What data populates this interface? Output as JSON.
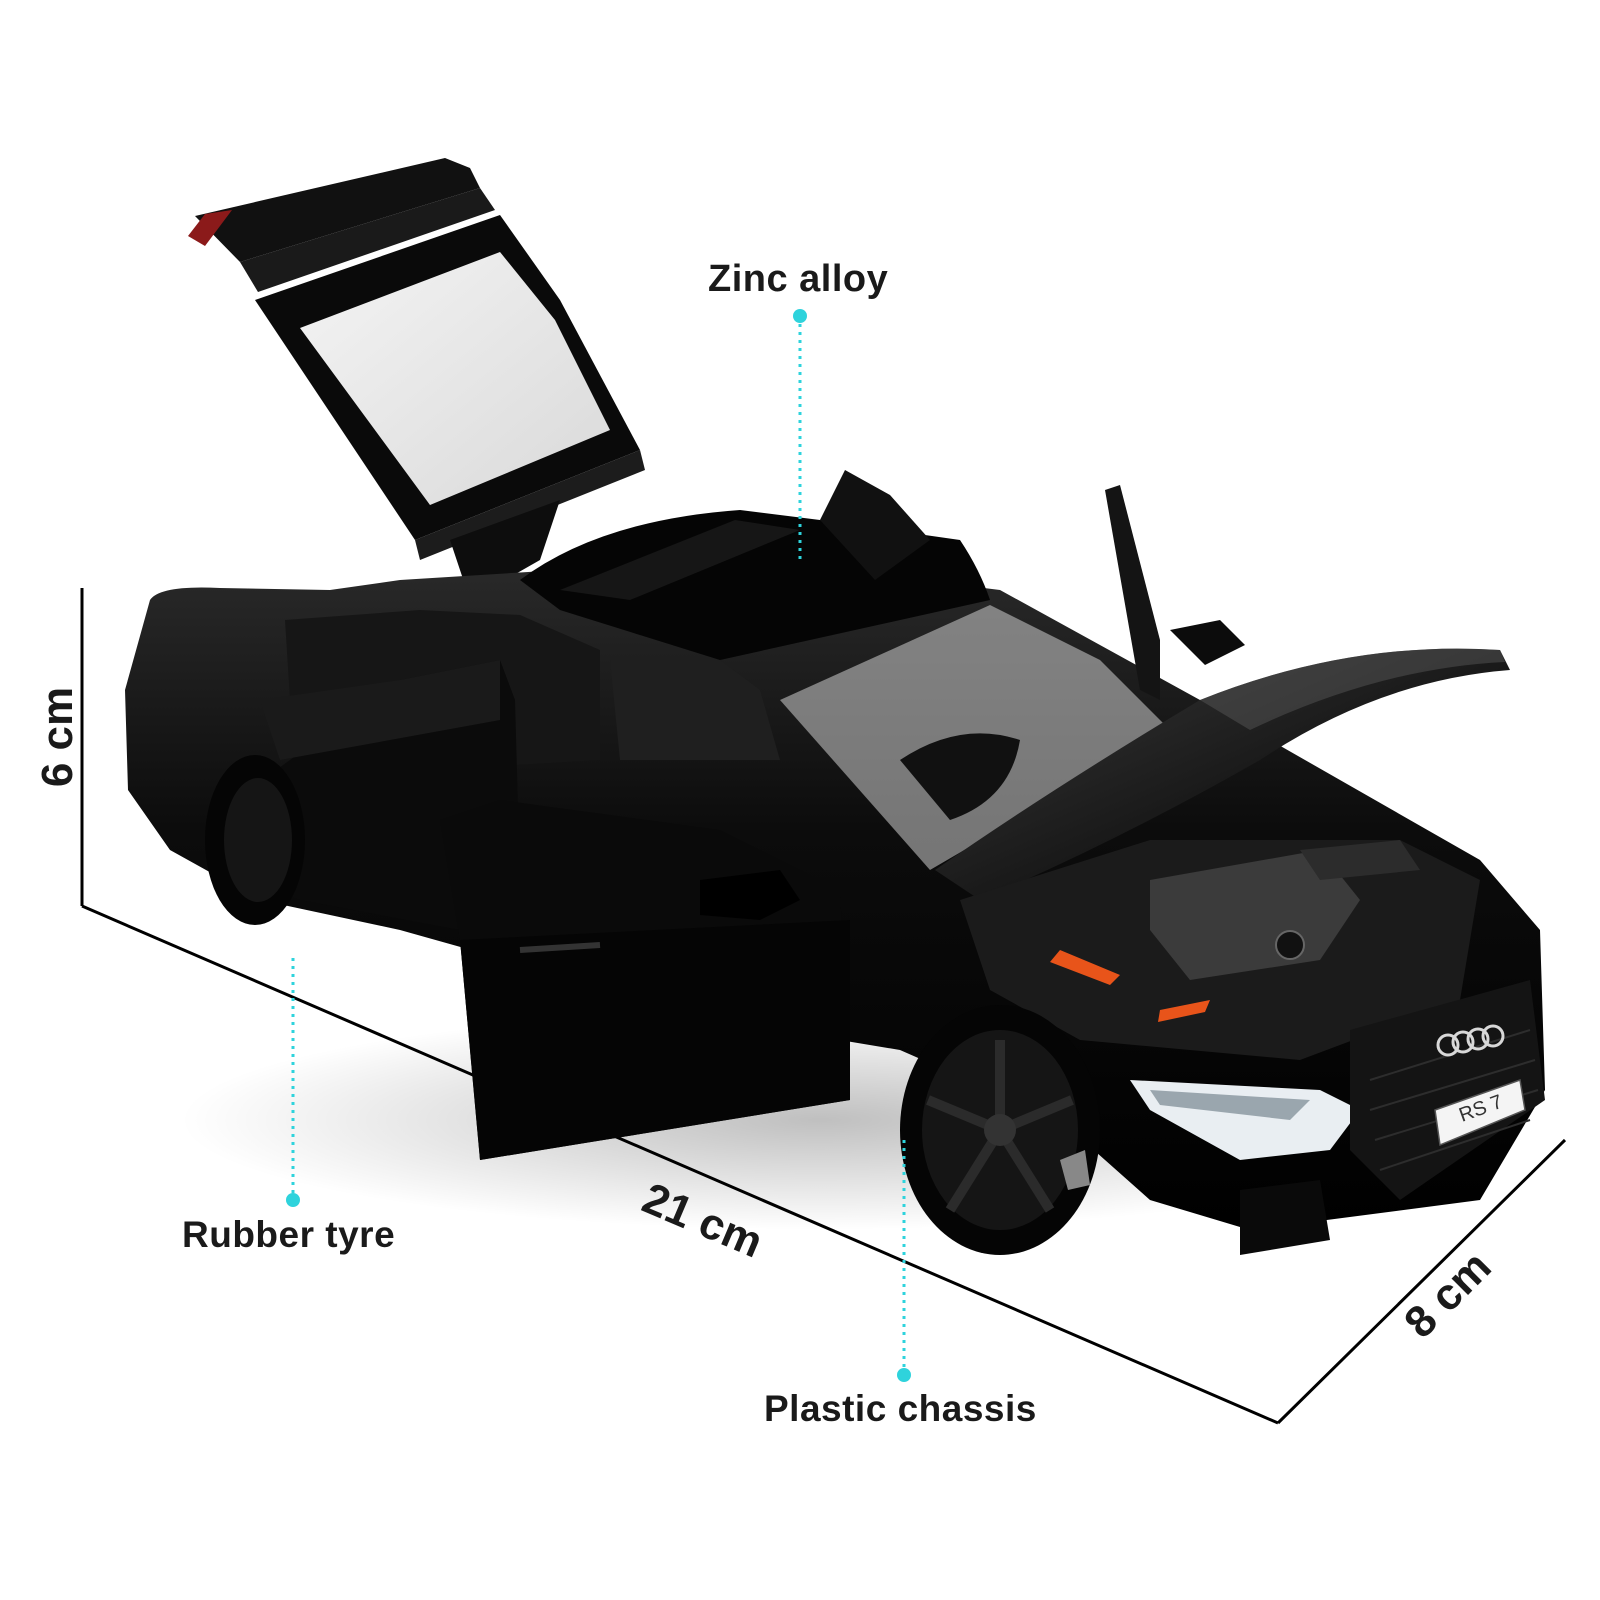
{
  "image": {
    "subject": "black toy car model, doors, hood and trunk open",
    "license_plate": "RS 7"
  },
  "callouts": {
    "top": "Zinc alloy",
    "left": "Rubber tyre",
    "bottom": "Plastic chassis"
  },
  "dimensions": {
    "height": "6 cm",
    "length": "21 cm",
    "width": "8 cm"
  },
  "colors": {
    "accent": "#2ed3dc",
    "text": "#1a1a1a",
    "car_body": "#0a0a0a",
    "engine_orange": "#e8541a"
  },
  "icons": [
    "callout-dot-icon",
    "audi-rings-icon"
  ]
}
